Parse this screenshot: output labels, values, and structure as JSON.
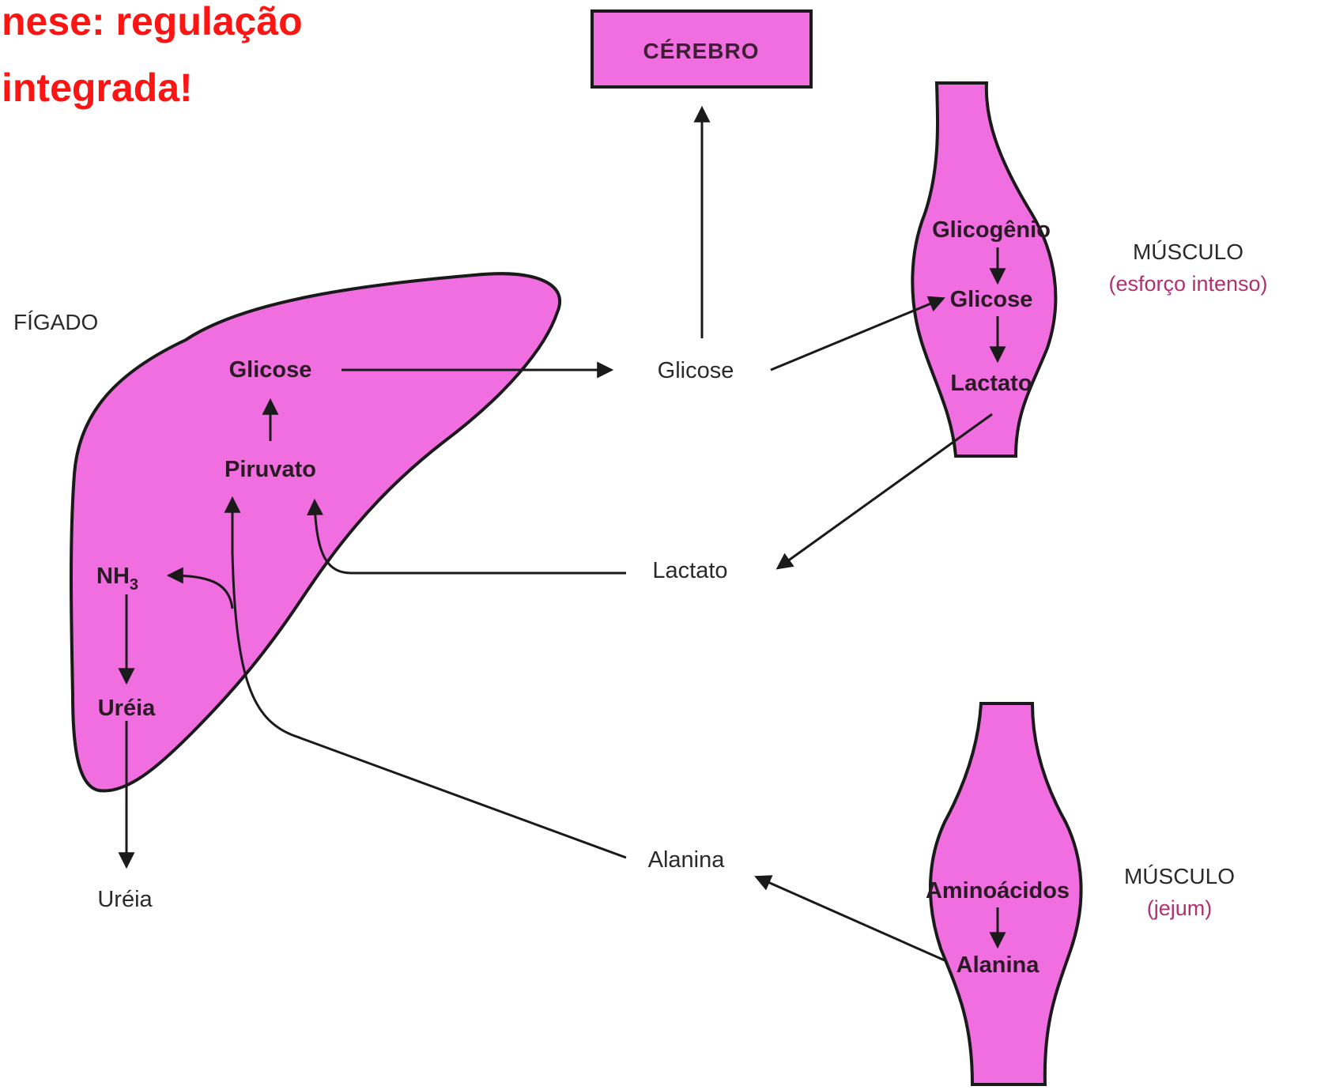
{
  "title": {
    "line1": "nese: regulação",
    "line2": "integrada!"
  },
  "colors": {
    "title": "#ff1414",
    "organ_fill": "#f06ee0",
    "subtitle": "#b03070"
  },
  "brain": {
    "label": "CÉREBRO"
  },
  "liver": {
    "label": "FÍGADO",
    "glicose": "Glicose",
    "piruvato": "Piruvato",
    "nh3_main": "NH",
    "nh3_sub": "3",
    "ureia": "Uréia"
  },
  "blood": {
    "glicose": "Glicose",
    "lactato": "Lactato",
    "alanina": "Alanina",
    "ureia_out": "Uréia"
  },
  "muscle_exercise": {
    "title": "MÚSCULO",
    "subtitle": "(esforço intenso)",
    "glicogenio": "Glicogênio",
    "glicose": "Glicose",
    "lactato": "Lactato"
  },
  "muscle_fasting": {
    "title": "MÚSCULO",
    "subtitle": "(jejum)",
    "aminoacidos": "Aminoácidos",
    "alanina": "Alanina"
  }
}
